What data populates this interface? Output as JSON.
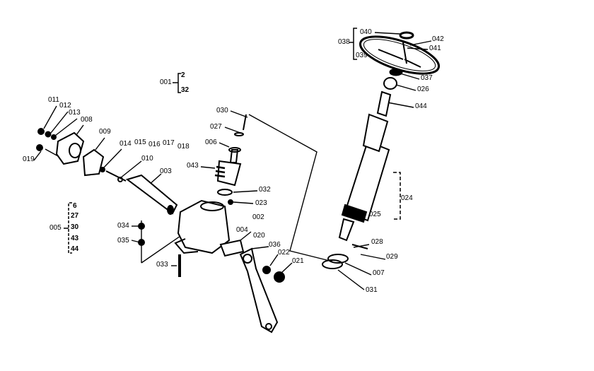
{
  "diagram": {
    "labels": {
      "p001": "001",
      "p002": "002",
      "p003": "003",
      "p004": "004",
      "p005": "005",
      "p006": "006",
      "p007": "007",
      "p008": "008",
      "p009": "009",
      "p010": "010",
      "p011": "011",
      "p012": "012",
      "p013": "013",
      "p014": "014",
      "p015": "015",
      "p016": "016",
      "p017": "017",
      "p018": "018",
      "p019": "019",
      "p020": "020",
      "p021": "021",
      "p022": "022",
      "p023": "023",
      "p024": "024",
      "p025": "025",
      "p026": "026",
      "p027": "027",
      "p028": "028",
      "p029": "029",
      "p030": "030",
      "p031": "031",
      "p032": "032",
      "p033": "033",
      "p034": "034",
      "p035": "035",
      "p036": "036",
      "p037": "037",
      "p038": "038",
      "p039": "039",
      "p040": "040",
      "p041": "041",
      "p042": "042",
      "p043": "043",
      "p044": "044"
    },
    "group_001": [
      "2",
      "32"
    ],
    "group_005": [
      "6",
      "27",
      "30",
      "43",
      "44"
    ]
  }
}
